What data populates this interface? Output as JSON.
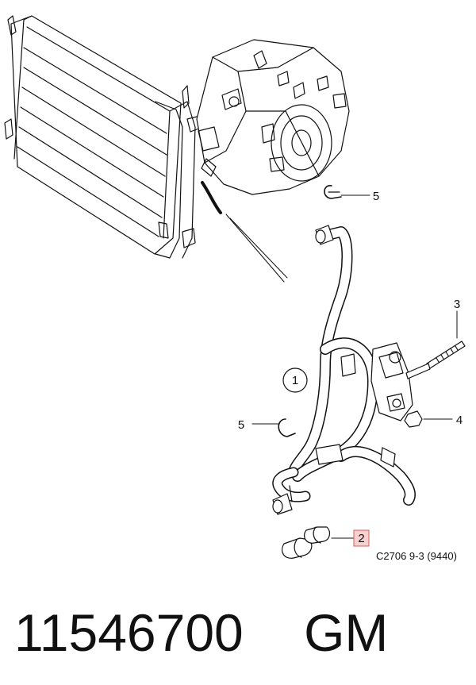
{
  "callouts": {
    "one": "1",
    "two": "2",
    "three": "3",
    "four": "4",
    "five_top": "5",
    "five_left": "5"
  },
  "reference_code": "C2706 9-3 (9440)",
  "footer": {
    "part_number": "11546700",
    "brand": "GM"
  },
  "colors": {
    "highlight_box_fill": "#f8d0d0",
    "highlight_box_stroke": "#d06060",
    "line": "#111111"
  }
}
